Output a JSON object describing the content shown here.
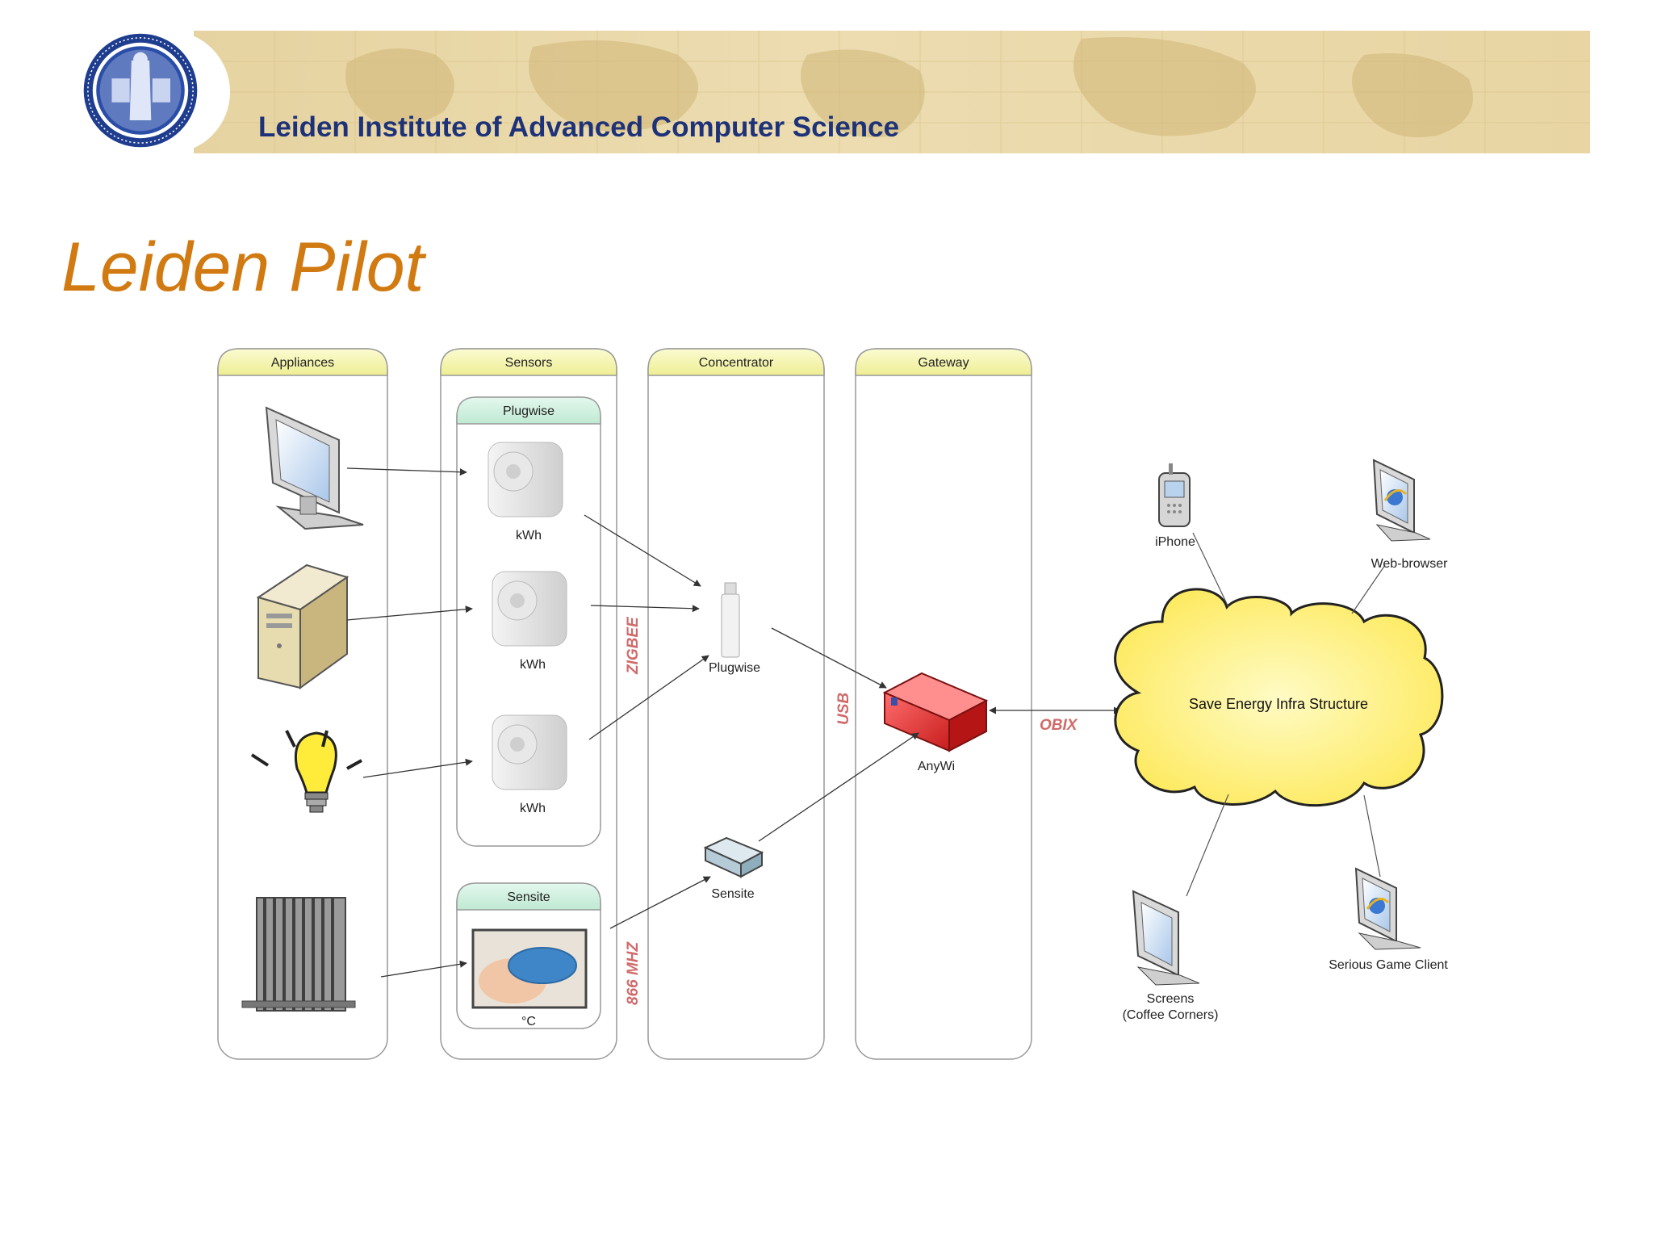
{
  "header": {
    "institute": "Leiden Institute of Advanced Computer Science"
  },
  "slide": {
    "title": "Leiden Pilot"
  },
  "diagram": {
    "lanes": {
      "appliances": "Appliances",
      "sensors": "Sensors",
      "concentrator": "Concentrator",
      "gateway": "Gateway"
    },
    "groups": {
      "plugwise": "Plugwise",
      "sensite": "Sensite"
    },
    "sensor_labels": {
      "plug1": "kWh",
      "plug2": "kWh",
      "plug3": "kWh",
      "temp": "°C"
    },
    "devices": {
      "plugwise_stick": "Plugwise",
      "sensite_receiver": "Sensite",
      "gateway": "AnyWi"
    },
    "links": {
      "zigbee": "ZIGBEE",
      "mhz": "866 MHZ",
      "usb": "USB",
      "obix": "OBIX"
    },
    "cloud": "Save Energy Infra Structure",
    "clients": {
      "iphone": "iPhone",
      "web_browser": "Web-browser",
      "screens_line1": "Screens",
      "screens_line2": "(Coffee Corners)",
      "serious_game": "Serious Game Client"
    },
    "colors": {
      "lane_header": "#f3f3a8",
      "group_header": "#c8eed9",
      "link_label": "#d06a6a",
      "gateway_red": "#e83030",
      "cloud_yellow": "#fff57a",
      "title_orange": "#d17a12",
      "banner_blue": "#1d3278"
    }
  }
}
